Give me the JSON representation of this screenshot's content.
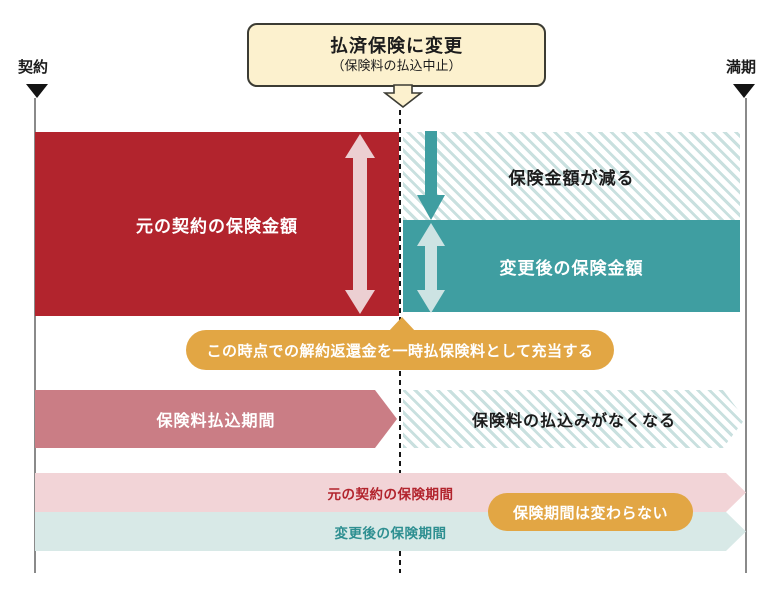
{
  "title_box": {
    "title": "払済保険に変更",
    "subtitle": "（保険料の払込中止）"
  },
  "timeline": {
    "start_label": "契約",
    "end_label": "満期"
  },
  "amount": {
    "original_label": "元の契約の保険金額",
    "decrease_label": "保険金額が減る",
    "after_label": "変更後の保険金額"
  },
  "notes": {
    "surrender_note": "この時点での解約返還金を一時払保険料として充当する",
    "period_unchanged_note": "保険期間は変わらない"
  },
  "bands": {
    "premium_payment_label": "保険料払込期間",
    "no_premium_label": "保険料の払込みがなくなる",
    "original_period_label": "元の契約の保険期間",
    "after_period_label": "変更後の保険期間"
  },
  "colors": {
    "red": "#b2242d",
    "teal": "#3f9ea1",
    "orange": "#e2a644",
    "dusty_pink": "#ca7d85",
    "light_pink_band": "#f2d4d7",
    "light_teal_band": "#d8e9e7",
    "hatch_stripe": "#c9e0df",
    "cream_box": "#fcf1ce",
    "pale_pink_arrow": "#eccfd2",
    "pale_teal_arrow": "#cde3e3",
    "guide_line_gray": "#8a8a8a",
    "dashed_line_black": "#141414"
  }
}
